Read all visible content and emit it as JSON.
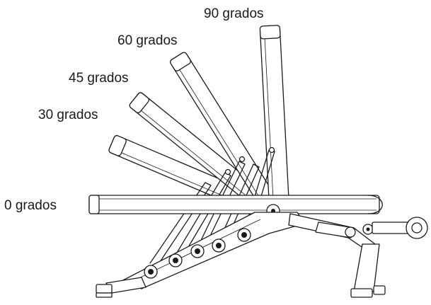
{
  "labels": {
    "deg0": "0 grados",
    "deg30": "30 grados",
    "deg45": "45 grados",
    "deg60": "60 grados",
    "deg90": "90 grados"
  },
  "colors": {
    "ink": "#1a1a1a",
    "background": "#ffffff"
  }
}
